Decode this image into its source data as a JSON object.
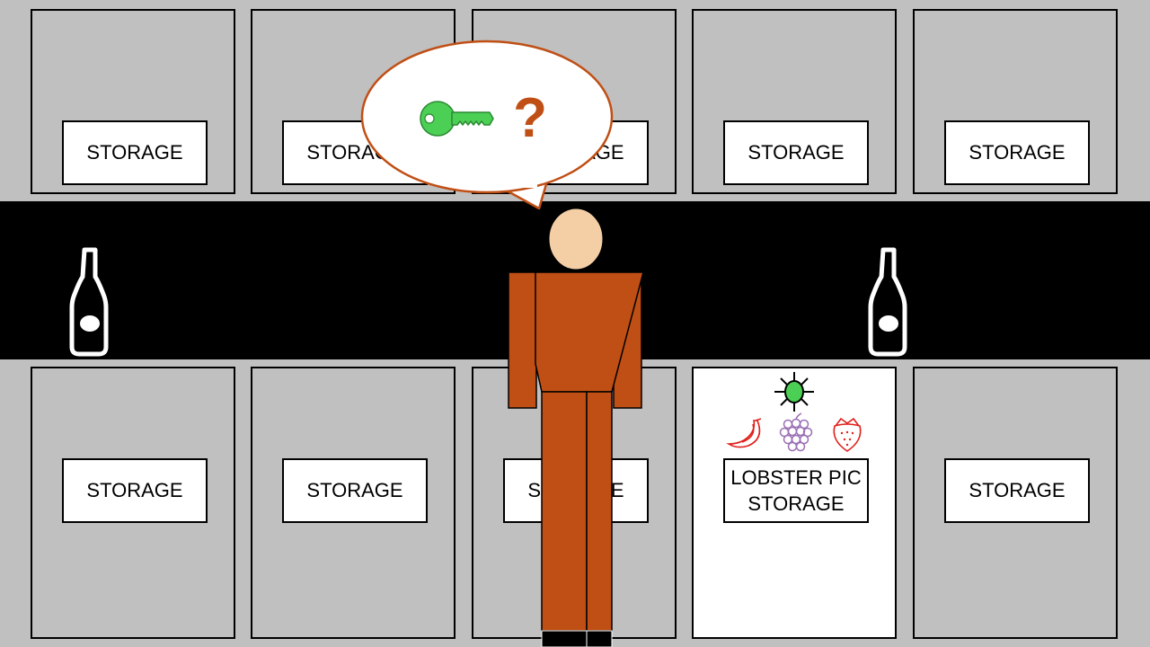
{
  "scene": {
    "top_lockers": [
      {
        "label": "STORAGE"
      },
      {
        "label": "STORAGE"
      },
      {
        "label": "STORAGE"
      },
      {
        "label": "STORAGE"
      },
      {
        "label": "STORAGE"
      }
    ],
    "bottom_lockers": [
      {
        "label": "STORAGE"
      },
      {
        "label": "STORAGE"
      },
      {
        "label": "STORAGE"
      },
      {
        "label": "LOBSTER PIC\nSTORAGE"
      },
      {
        "label": "STORAGE"
      }
    ],
    "thought_bubble": {
      "icon": "key-icon",
      "symbol": "?"
    },
    "colors": {
      "wall": "#c0c0c0",
      "band": "#000000",
      "outfit": "#c04f15",
      "skin": "#f4cfa6",
      "key": "#4ccf55",
      "question_mark": "#c04f15",
      "fruit_red": "#e0201a",
      "fruit_purple": "#9a6fb5"
    },
    "icons": [
      "bottle-icon",
      "bug-icon",
      "banana-icon",
      "grapes-icon",
      "strawberry-icon"
    ]
  }
}
